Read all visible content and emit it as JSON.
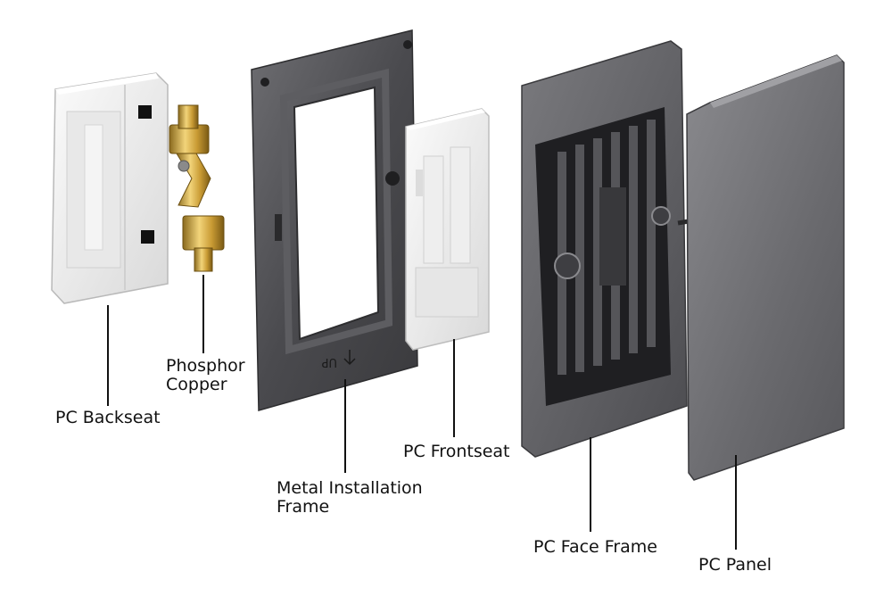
{
  "labels": {
    "pc_backseat": "PC Backseat",
    "phosphor_copper": {
      "line1": "Phosphor",
      "line2": "Copper"
    },
    "metal_installation_frame": {
      "line1": "Metal Installation",
      "line2": "Frame"
    },
    "pc_frontseat": "PC Frontseat",
    "pc_face_frame": "PC Face Frame",
    "pc_panel": "PC Panel"
  },
  "frame_marking": "UP"
}
